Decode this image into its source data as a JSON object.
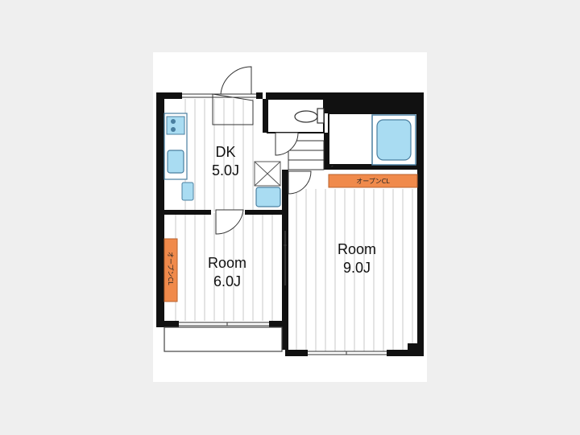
{
  "rooms": [
    {
      "id": "dk",
      "name": "DK",
      "size": "5.0J"
    },
    {
      "id": "room6",
      "name": "Room",
      "size": "6.0J"
    },
    {
      "id": "room9",
      "name": "Room",
      "size": "9.0J"
    }
  ],
  "closets": {
    "top_right": "オープンCL",
    "left_vertical": "オープンCL"
  },
  "colors": {
    "wall": "#111111",
    "fixture_fill": "#a9dcf2",
    "fixture_stroke": "#4a7fa0",
    "closet_fill": "#f08a4b",
    "background": "#efefef",
    "paper": "#ffffff",
    "floor_lines": "#c9c9c9"
  },
  "icons": [
    "toilet-icon",
    "bathtub-icon",
    "sink-icon",
    "stove-icon",
    "washbasin-icon",
    "washer-pan-icon",
    "door-swing-icon"
  ]
}
